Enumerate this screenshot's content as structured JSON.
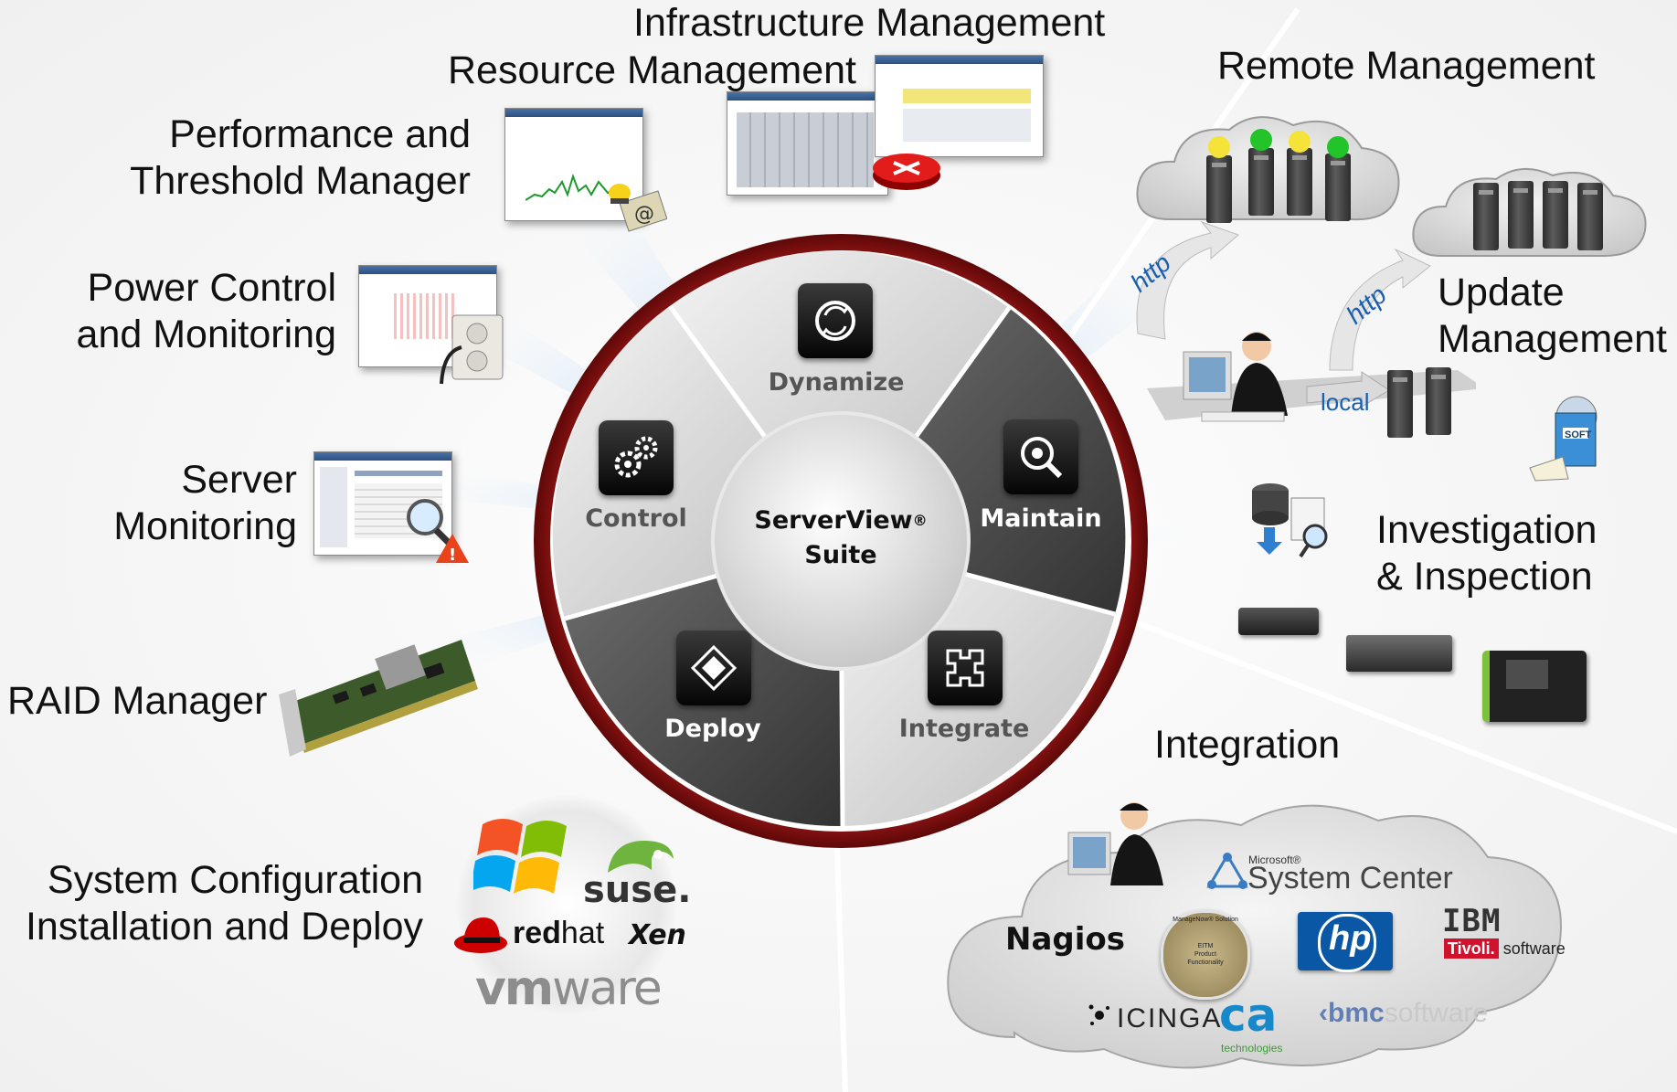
{
  "hub": {
    "product": "ServerView",
    "registered": "®",
    "suite": "Suite",
    "segments": [
      {
        "label": "Dynamize",
        "icon": "dynamize-icon"
      },
      {
        "label": "Maintain",
        "icon": "magnifier-icon"
      },
      {
        "label": "Integrate",
        "icon": "integrate-icon"
      },
      {
        "label": "Deploy",
        "icon": "deploy-icon"
      },
      {
        "label": "Control",
        "icon": "gears-icon"
      }
    ]
  },
  "labels": {
    "infrastructure": "Infrastructure Management",
    "resource": "Resource Management",
    "performance_1": "Performance and",
    "performance_2": "Threshold Manager",
    "power_1": "Power Control",
    "power_2": "and Monitoring",
    "server_1": "Server",
    "server_2": "Monitoring",
    "raid": "RAID Manager",
    "sysconfig_1": "System Configuration",
    "sysconfig_2": "Installation and Deploy",
    "remote": "Remote Management",
    "update_1": "Update",
    "update_2": "Management",
    "investigation_1": "Investigation",
    "investigation_2": "& Inspection",
    "integration": "Integration"
  },
  "update_flow": {
    "http_1": "http",
    "http_2": "http",
    "local": "local",
    "soft": "SOFT"
  },
  "os_logos": {
    "suse": "suse.",
    "redhat_1": "red",
    "redhat_2": "hat",
    "xen": "Xen",
    "vmware_1": "vm",
    "vmware_2": "ware"
  },
  "integration_logos": {
    "microsoft": "Microsoft®",
    "system_center": "System Center",
    "nagios": "Nagios",
    "managenow": "ManageNow® Solution",
    "managenow_inner_1": "EITM",
    "managenow_inner_2": "Product",
    "managenow_inner_3": "Functionality",
    "hp": "hp",
    "ibm": "IBM",
    "tivoli": "Tivoli.",
    "tivoli_software": "software",
    "icinga": "icinga",
    "ca": "ca",
    "ca_tech": "technologies",
    "bmc_1": "bmc",
    "bmc_2": "software"
  },
  "colors": {
    "ring": "#8e1414",
    "segment_dark": "#4a4a4a",
    "segment_light": "#d9d9d9",
    "link_blue": "#1b5fae"
  }
}
